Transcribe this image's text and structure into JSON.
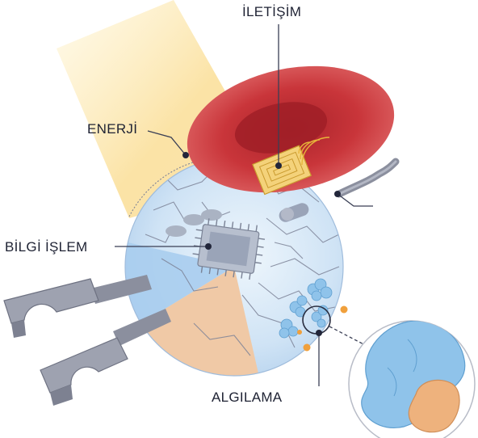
{
  "labels": {
    "communication": "İLETİŞİM",
    "energy": "ENERJİ",
    "computation": "BİLGİ İŞLEM",
    "sensing": "ALGILAMA"
  },
  "colors": {
    "sphere": "#cfe3f5",
    "red_cell": "#c9353a",
    "light_beam": "#fbe3a6",
    "bottom_segment": "#f0c9a6",
    "chip": "#9aa4b8",
    "gripper": "#8b8f9e",
    "protein_blue": "#8fc3ea",
    "protein_orange": "#eeb27d",
    "particle_orange": "#f0a03c"
  },
  "icons": [
    "light-beam-icon",
    "red-blood-cell-icon",
    "microchip-icon",
    "antenna-coil-icon",
    "gripper-arm-icon",
    "protein-receptor-icon",
    "magnified-protein-icon"
  ]
}
